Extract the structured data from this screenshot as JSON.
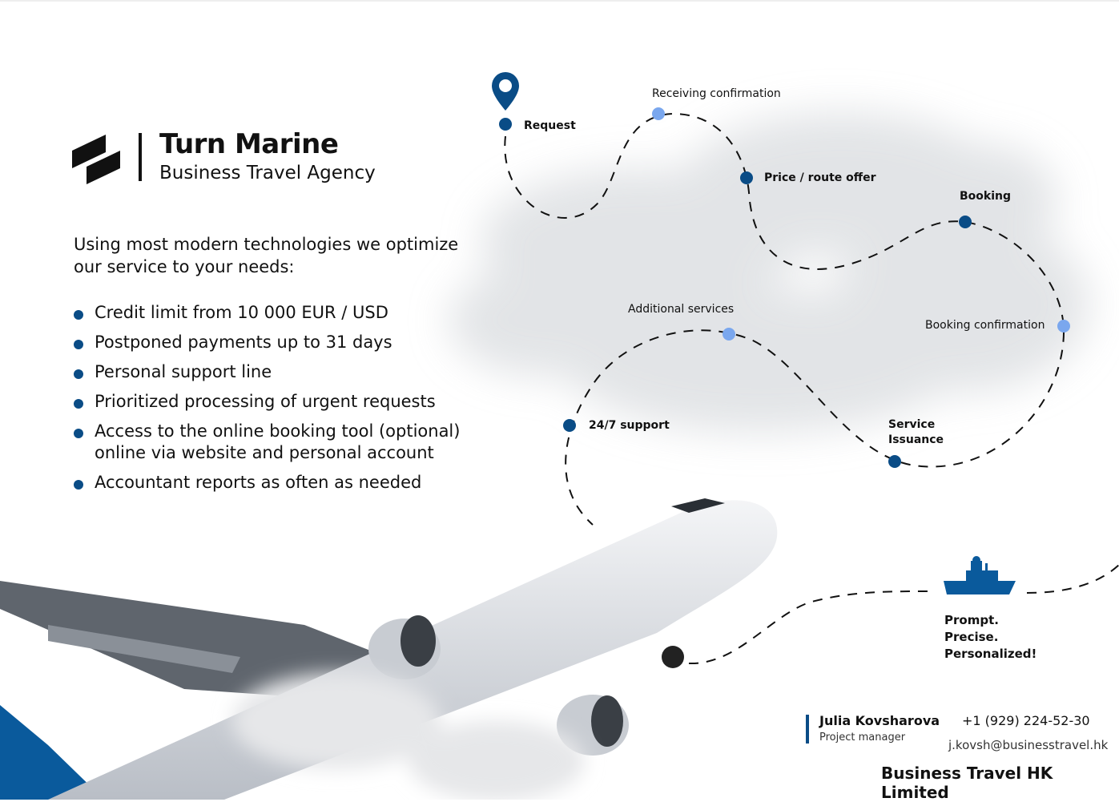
{
  "brand": {
    "name": "Turn Marine",
    "tagline": "Business Travel Agency"
  },
  "intro": "Using most modern technologies we optimize our service to your needs:",
  "features": [
    "Credit limit from 10 000 EUR / USD",
    "Postponed payments up to 31 days",
    "Personal support line",
    "Prioritized processing of urgent requests",
    "Access to the online booking tool (optional) online via website and personal account",
    "Accountant reports as often as needed"
  ],
  "steps": {
    "request": "Request",
    "receiving_confirmation": "Receiving confirmation",
    "price_offer": "Price / route offer",
    "booking": "Booking",
    "booking_confirmation": "Booking confirmation",
    "service_issuance": "Service Issuance",
    "additional_services": "Additional services",
    "support": "24/7 support"
  },
  "colors": {
    "accent": "#0a4c86",
    "light_accent": "#7aa7ee"
  },
  "slogan": "Prompt. Precise. Personalized!",
  "contact": {
    "name": "Julia Kovsharova",
    "role": "Project manager",
    "phone": "+1 (929) 224-52-30",
    "email": "j.kovsh@businesstravel.hk"
  },
  "company": "Business Travel HK Limited"
}
